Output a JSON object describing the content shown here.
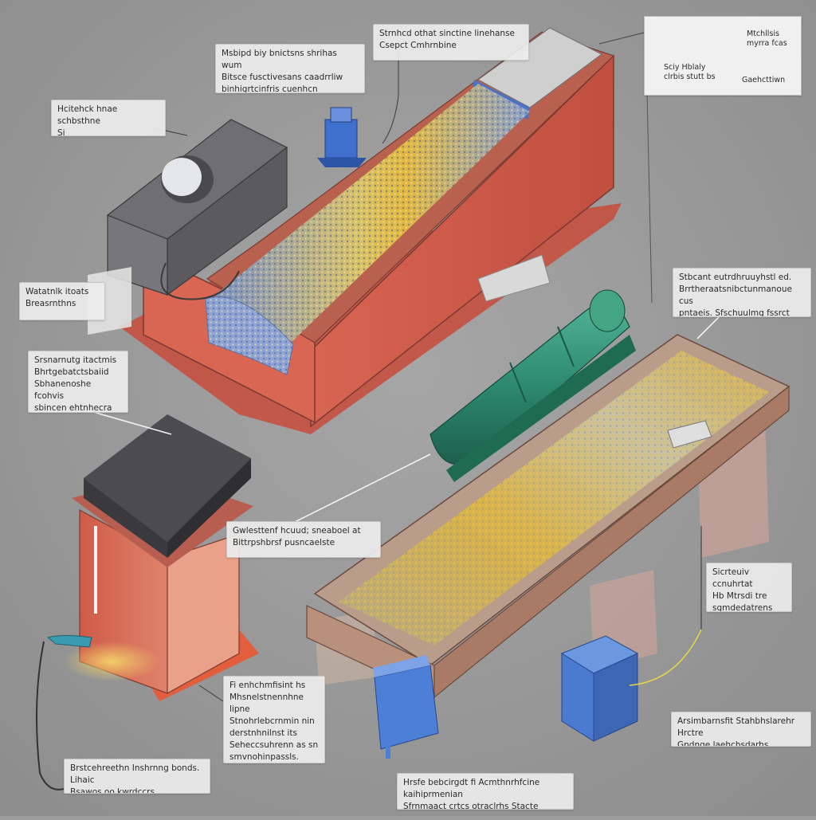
{
  "colors": {
    "background": "#9c9c9c",
    "machine_red": "#cf5a48",
    "machine_grey": "#5f6064",
    "belt_blue": "#7a93cc",
    "grain_yellow": "#e0b53a",
    "roller_green": "#2f8a70",
    "pump_blue": "#4a7bd1",
    "callout_bg": "#ececec"
  },
  "icons": [
    "pump-icon",
    "motor-icon",
    "nozzle-icon"
  ],
  "inset": {
    "label_top_right": "Mtchllsis\nmyrra fcas",
    "label_bottom_left": "Sciy Hblaly\nclrbis stutt bs",
    "label_bottom_right": "Gaehcttiwn"
  },
  "callouts": {
    "top_center": "Strnhcd othat sinctine linehanse\nCsepct Cmhrnbine",
    "top_left_upper": "Msbipd biy bnictsns shrihas wum\nBitsce fusctivesans caadrrliw\nbinhigrtcinfris cuenhcn puibaenehvis",
    "top_left": "Hcitehck hnae schbsthne\nSi screnunitrayrcutenchre",
    "left_mid": "Watatnlk itoats\nBreasrnthns",
    "left_lower": "Srsnarnutg itactmis\nBhrtgebatctsbaiid\nSbhanenoshe fcohvis\nsbincen ehtnhecra",
    "right_upper": "Stbcant eutrdhruuyhstl ed.\nBrrtheraatsnibctunmanoue cus\npntaeis. Sfschuulmg fssrct inhetr",
    "center": "Gwlesttenf hcuud; sneaboel at\nBittrpshbrsf pusncaelste",
    "right_mid": "Sicrteuiv ccnuhrtat\nHb Mtrsdi tre sgmdedatrens\nCantser pirsnsas",
    "bottom_center_left": "Fi enhchmfisint hs\nMhsnelstnennhne lipne\nStnohrlebcrnmin nin\nderstnhnilnst its\nSeheccsuhrenn as sn\nsmvnohinpassls.",
    "bottom_left": "Brstcehreethn Inshrnng bonds. Lihaic\nBsawos oo kwrdccrs",
    "bottom_right": "Arsimbarnsfit Stahbhslarehr Hrctre\nGndnge laehchsdarhs",
    "bottom_center": "Hrsfe bebcirgdt fi Acmthnrhfcine kaihiprmenian\nSfrnmaact crtcs otraclrhs Stacte ohimncir"
  }
}
